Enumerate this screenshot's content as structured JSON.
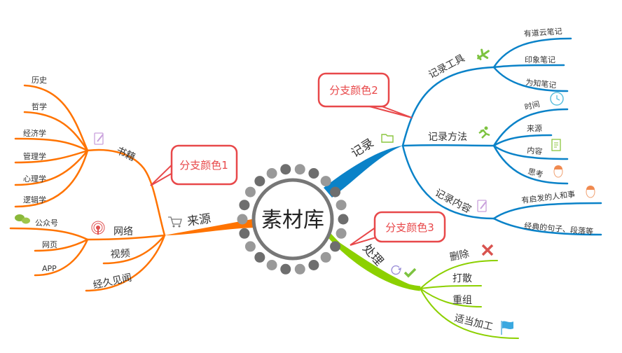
{
  "center": {
    "label": "素材库"
  },
  "colors": {
    "orange": "#ff7300",
    "blue": "#0a82c8",
    "green": "#8cd000",
    "callout": "#e8484a",
    "hub": "#777777"
  },
  "callouts": [
    "分支颜色1",
    "分支颜色2",
    "分支颜色3"
  ],
  "branches": {
    "source": {
      "label": "来源",
      "books": {
        "label": "书籍",
        "items": [
          "历史",
          "哲学",
          "经济学",
          "管理学",
          "心理学",
          "逻辑学"
        ]
      },
      "network": {
        "label": "网络",
        "items": [
          "公众号",
          "网页",
          "APP"
        ]
      },
      "video": "视频",
      "experience": "经久见闻"
    },
    "record": {
      "label": "记录",
      "tools": {
        "label": "记录工具",
        "items": [
          "有道云笔记",
          "印象笔记",
          "为知笔记"
        ]
      },
      "methods": {
        "label": "记录方法",
        "items": [
          "时间",
          "来源",
          "内容",
          "思考"
        ]
      },
      "content": {
        "label": "记录内容",
        "items": [
          "有启发的人和事",
          "经典的句子、段落等"
        ]
      }
    },
    "process": {
      "label": "处理",
      "items": [
        "删除",
        "打散",
        "重组",
        "适当加工"
      ]
    }
  }
}
